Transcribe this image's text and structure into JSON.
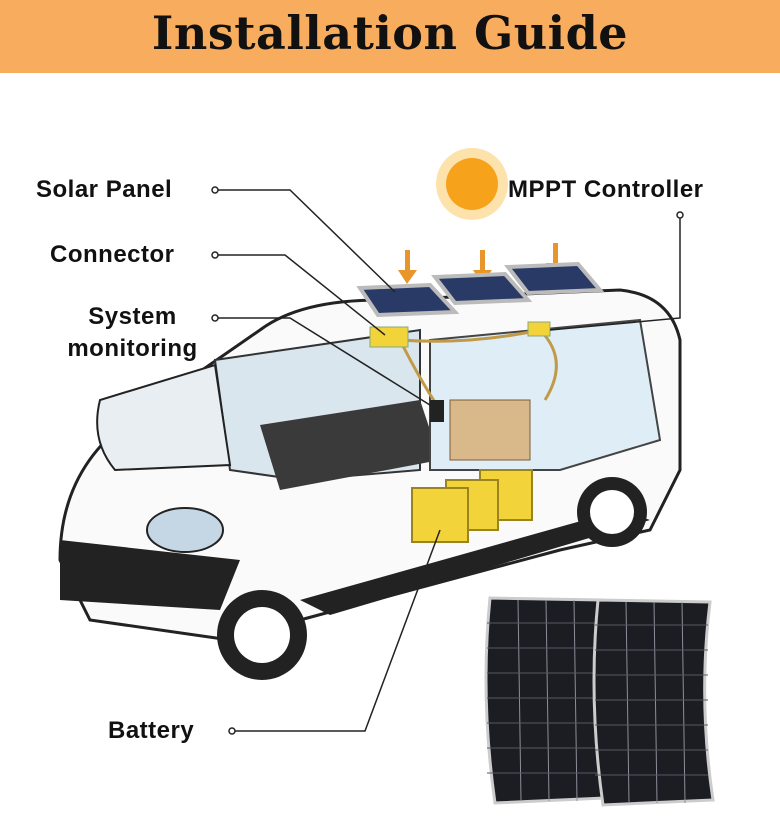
{
  "header": {
    "title": "Installation Guide"
  },
  "labels": {
    "solar_panel": "Solar Panel",
    "mppt_controller": "MPPT Controller",
    "connector": "Connector",
    "system_monitoring_line1": "System",
    "system_monitoring_line2": "monitoring",
    "battery": "Battery"
  },
  "colors": {
    "header": "#F8AC5E",
    "battery": "#F2D33A",
    "panel": "#1b1d22",
    "sun": "#F7A21B"
  }
}
